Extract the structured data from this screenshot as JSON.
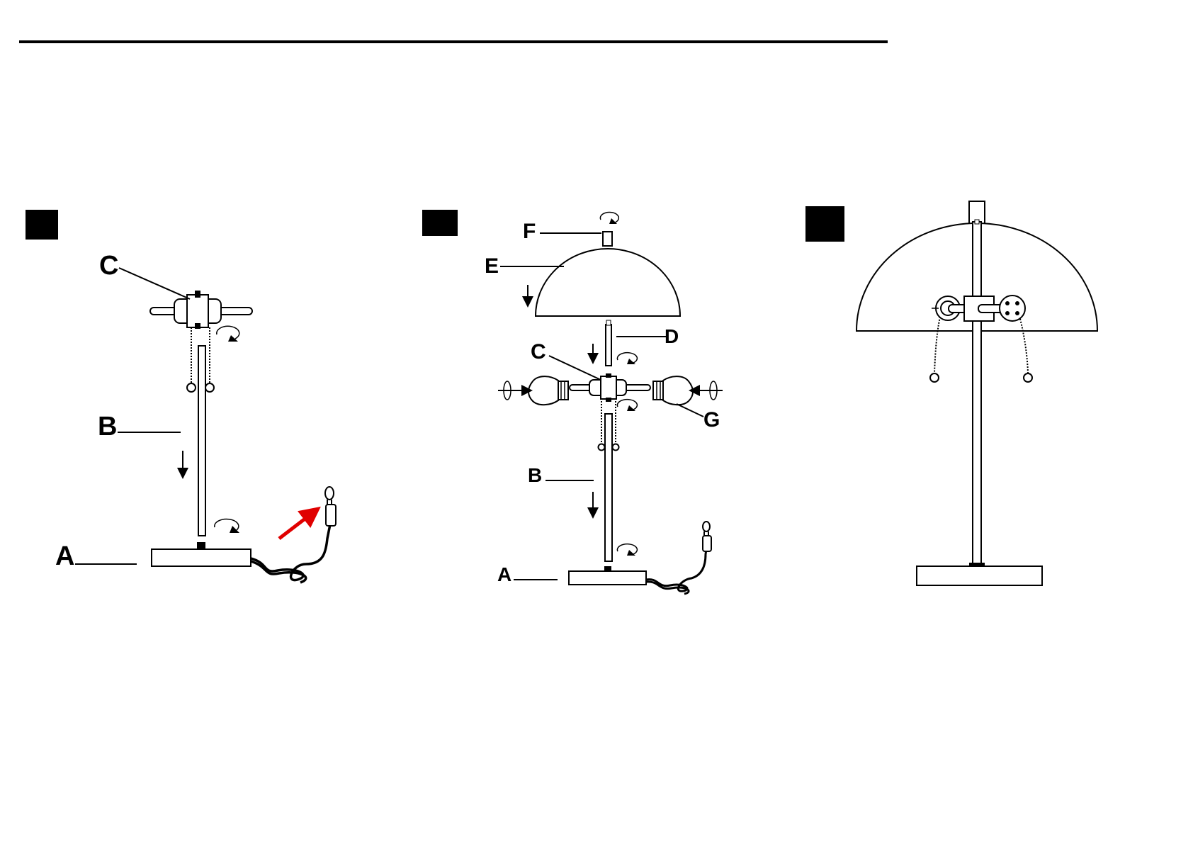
{
  "document": {
    "accent_color": "#e00000",
    "steps": [
      {
        "labels": {
          "C": "C",
          "B": "B",
          "A": "A"
        },
        "icons": [
          "socket-cluster-icon",
          "rod-icon",
          "base-icon",
          "rotate-arrow-icon",
          "down-arrow-icon",
          "power-plug-icon",
          "red-arrow-icon"
        ]
      },
      {
        "labels": {
          "F": "F",
          "E": "E",
          "D": "D",
          "C": "C",
          "G": "G",
          "B": "B",
          "A": "A"
        },
        "icons": [
          "finial-icon",
          "dome-shade-icon",
          "short-rod-icon",
          "bulb-icon",
          "socket-cluster-icon",
          "rod-icon",
          "base-icon",
          "power-plug-icon"
        ]
      },
      {
        "labels": {},
        "icons": [
          "assembled-lamp-icon"
        ]
      }
    ]
  }
}
